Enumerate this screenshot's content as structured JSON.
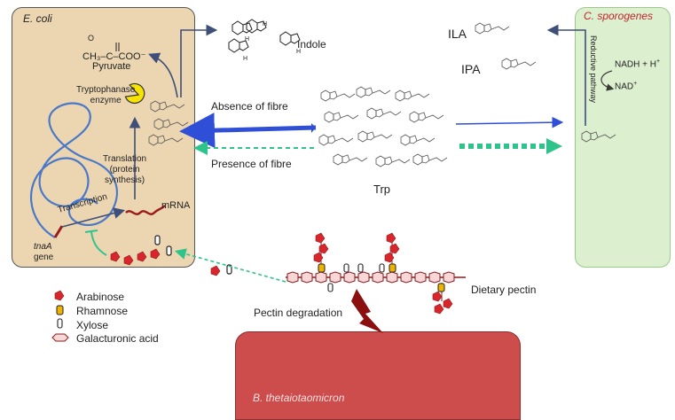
{
  "ecoli": {
    "title": "E. coli"
  },
  "csporogenes": {
    "title": "C. sporogenes",
    "pathway": "Reductive pathway",
    "nadh": "NADH + H",
    "nadh_sup": "+",
    "nad": "NAD",
    "nad_sup": "+"
  },
  "btheta": {
    "title": "B. thetaiotaomicron"
  },
  "labels": {
    "pyruvate_formula": "CH₃–C–COO⁻",
    "pyruvate_o": "O",
    "pyruvate": "Pyruvate",
    "indole": "Indole",
    "tryptophanase": "Tryptophanase\nenzyme",
    "translation": "Translation\n(protein\nsynthesis)",
    "transcription": "Transcription",
    "mrna": "mRNA",
    "tnaa": "tnaA",
    "gene": "gene",
    "absence": "Absence of fibre",
    "presence": "Presence of fibre",
    "trp": "Trp",
    "ila": "ILA",
    "ipa": "IPA",
    "dietary_pectin": "Dietary pectin",
    "pectin_degradation": "Pectin degradation"
  },
  "legend": [
    {
      "shape": "arabinose",
      "label": "Arabinose",
      "color": "#d8262c"
    },
    {
      "shape": "rhamnose",
      "label": "Rhamnose",
      "color": "#f0b400"
    },
    {
      "shape": "xylose",
      "label": "Xylose",
      "color": "#ffffff"
    },
    {
      "shape": "galacturonic",
      "label": "Galacturonic acid",
      "color": "#f7d7d7"
    }
  ],
  "colors": {
    "ecoli_fill": "#ecd6b2",
    "csp_fill": "#dcefcf",
    "btheta_fill": "#cd4d4d",
    "absence_arrow": "#2f4fd6",
    "presence_arrow": "#2ec38a",
    "dna": "#4a78c8",
    "mrna": "#9b1b1b",
    "inhibit": "#2ec38a",
    "lightning": "#8b0f0f"
  },
  "icons": [
    "pacman-enzyme-icon",
    "indole-structure-icon",
    "tryptophan-structure-icon",
    "lightning-icon"
  ]
}
